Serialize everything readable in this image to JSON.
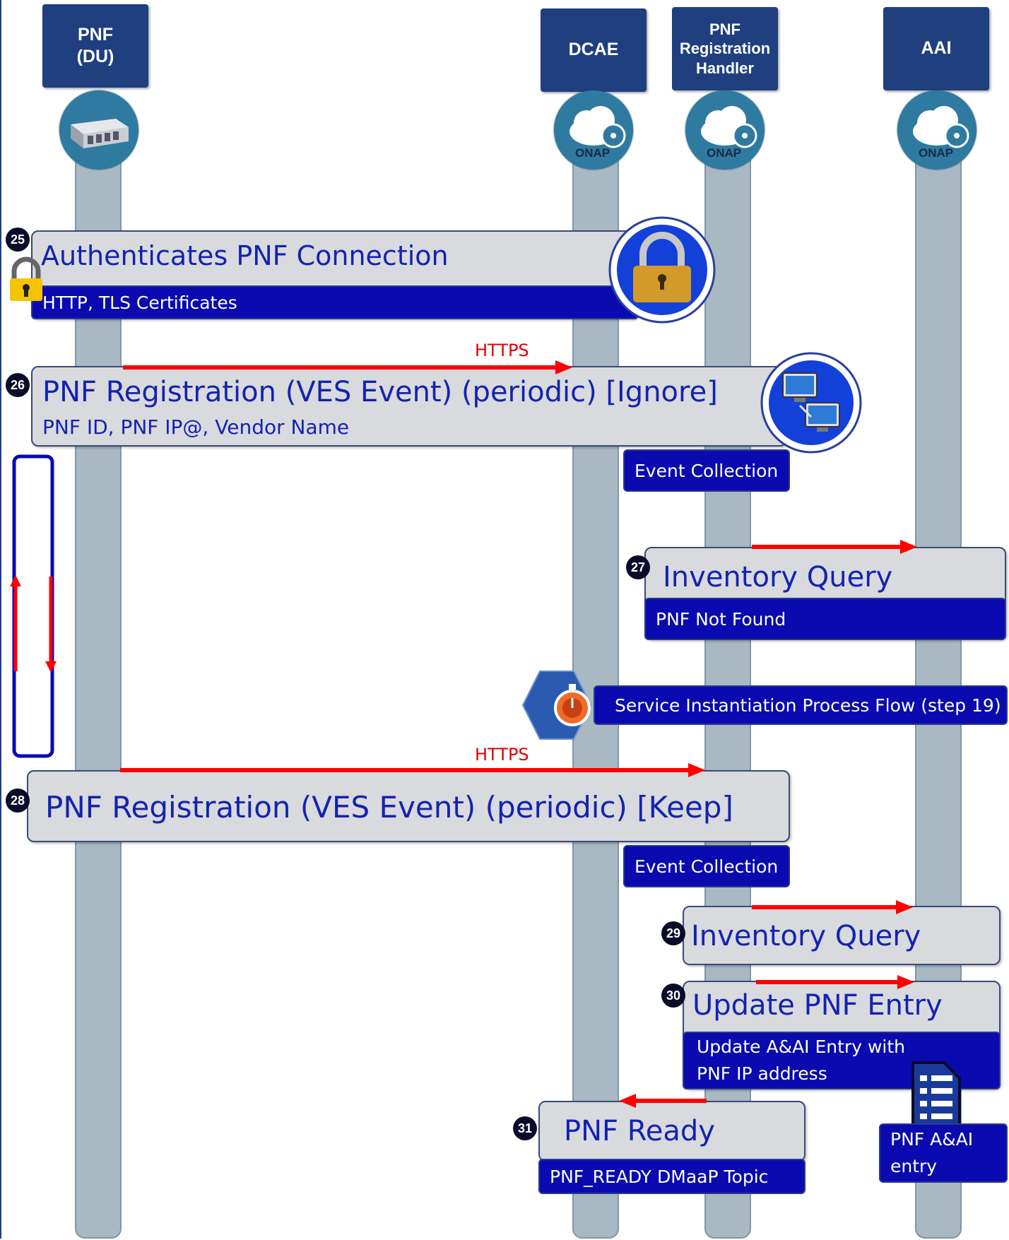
{
  "lanes": {
    "pnf": "PNF\n(DU)",
    "dcae": "DCAE",
    "prh": "PNF\nRegistration\nHandler",
    "aai": "AAI"
  },
  "onap_label": "ONAP",
  "steps": {
    "s25": {
      "num": "25",
      "title": "Authenticates PNF Connection",
      "detail": "HTTP, TLS Certificates"
    },
    "s26": {
      "num": "26",
      "title": "PNF Registration (VES Event) (periodic) [Ignore]",
      "detail": "PNF ID, PNF IP@, Vendor Name",
      "protocol": "HTTPS"
    },
    "ec1": "Event Collection",
    "s27": {
      "num": "27",
      "title": "Inventory Query",
      "detail": "PNF Not Found"
    },
    "service_flow": "Service Instantiation Process Flow (step 19)",
    "s28": {
      "num": "28",
      "title": "PNF Registration (VES Event) (periodic) [Keep]",
      "protocol": "HTTPS"
    },
    "ec2": "Event Collection",
    "s29": {
      "num": "29",
      "title": "Inventory Query"
    },
    "s30": {
      "num": "30",
      "title": "Update PNF Entry",
      "detail_line1": "Update A&AI Entry with",
      "detail_line2": "PNF IP address"
    },
    "s31": {
      "num": "31",
      "title": "PNF Ready",
      "detail": "PNF_READY DMaaP Topic"
    },
    "aai_entry_line1": "PNF A&AI",
    "aai_entry_line2": "entry"
  },
  "colors": {
    "title_blue": "#1323b0",
    "band_blue": "#0a0ab0",
    "arrow_red": "#ff0000",
    "lane_gray": "#a9b9c4",
    "header_navy": "#1f3f7f"
  }
}
